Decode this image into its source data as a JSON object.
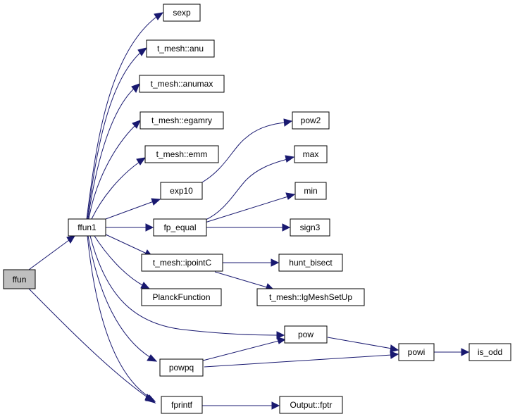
{
  "graph": {
    "colors": {
      "edge": "#191970",
      "node_fill": "#ffffff",
      "root_fill": "#bfbfbf",
      "border": "#000000"
    },
    "nodes": {
      "ffun": "ffun",
      "ffun1": "ffun1",
      "sexp": "sexp",
      "anu": "t_mesh::anu",
      "anumax": "t_mesh::anumax",
      "egamry": "t_mesh::egamry",
      "emm": "t_mesh::emm",
      "exp10": "exp10",
      "fp_equal": "fp_equal",
      "ipointC": "t_mesh::ipointC",
      "planck": "PlanckFunction",
      "powpq": "powpq",
      "fprintf": "fprintf",
      "pow2": "pow2",
      "max": "max",
      "min": "min",
      "sign3": "sign3",
      "hunt_bisect": "hunt_bisect",
      "lgMeshSetUp": "t_mesh::lgMeshSetUp",
      "pow": "pow",
      "powi": "powi",
      "is_odd": "is_odd",
      "fptr": "Output::fptr"
    },
    "edges": [
      [
        "ffun",
        "ffun1"
      ],
      [
        "ffun",
        "fprintf"
      ],
      [
        "ffun1",
        "sexp"
      ],
      [
        "ffun1",
        "anu"
      ],
      [
        "ffun1",
        "anumax"
      ],
      [
        "ffun1",
        "egamry"
      ],
      [
        "ffun1",
        "emm"
      ],
      [
        "ffun1",
        "exp10"
      ],
      [
        "ffun1",
        "fp_equal"
      ],
      [
        "ffun1",
        "ipointC"
      ],
      [
        "ffun1",
        "planck"
      ],
      [
        "ffun1",
        "pow"
      ],
      [
        "ffun1",
        "powpq"
      ],
      [
        "ffun1",
        "fprintf"
      ],
      [
        "exp10",
        "pow2"
      ],
      [
        "fp_equal",
        "max"
      ],
      [
        "fp_equal",
        "min"
      ],
      [
        "fp_equal",
        "sign3"
      ],
      [
        "ipointC",
        "hunt_bisect"
      ],
      [
        "ipointC",
        "lgMeshSetUp"
      ],
      [
        "powpq",
        "pow"
      ],
      [
        "powpq",
        "powi"
      ],
      [
        "pow",
        "powi"
      ],
      [
        "powi",
        "is_odd"
      ],
      [
        "fprintf",
        "fptr"
      ]
    ]
  }
}
